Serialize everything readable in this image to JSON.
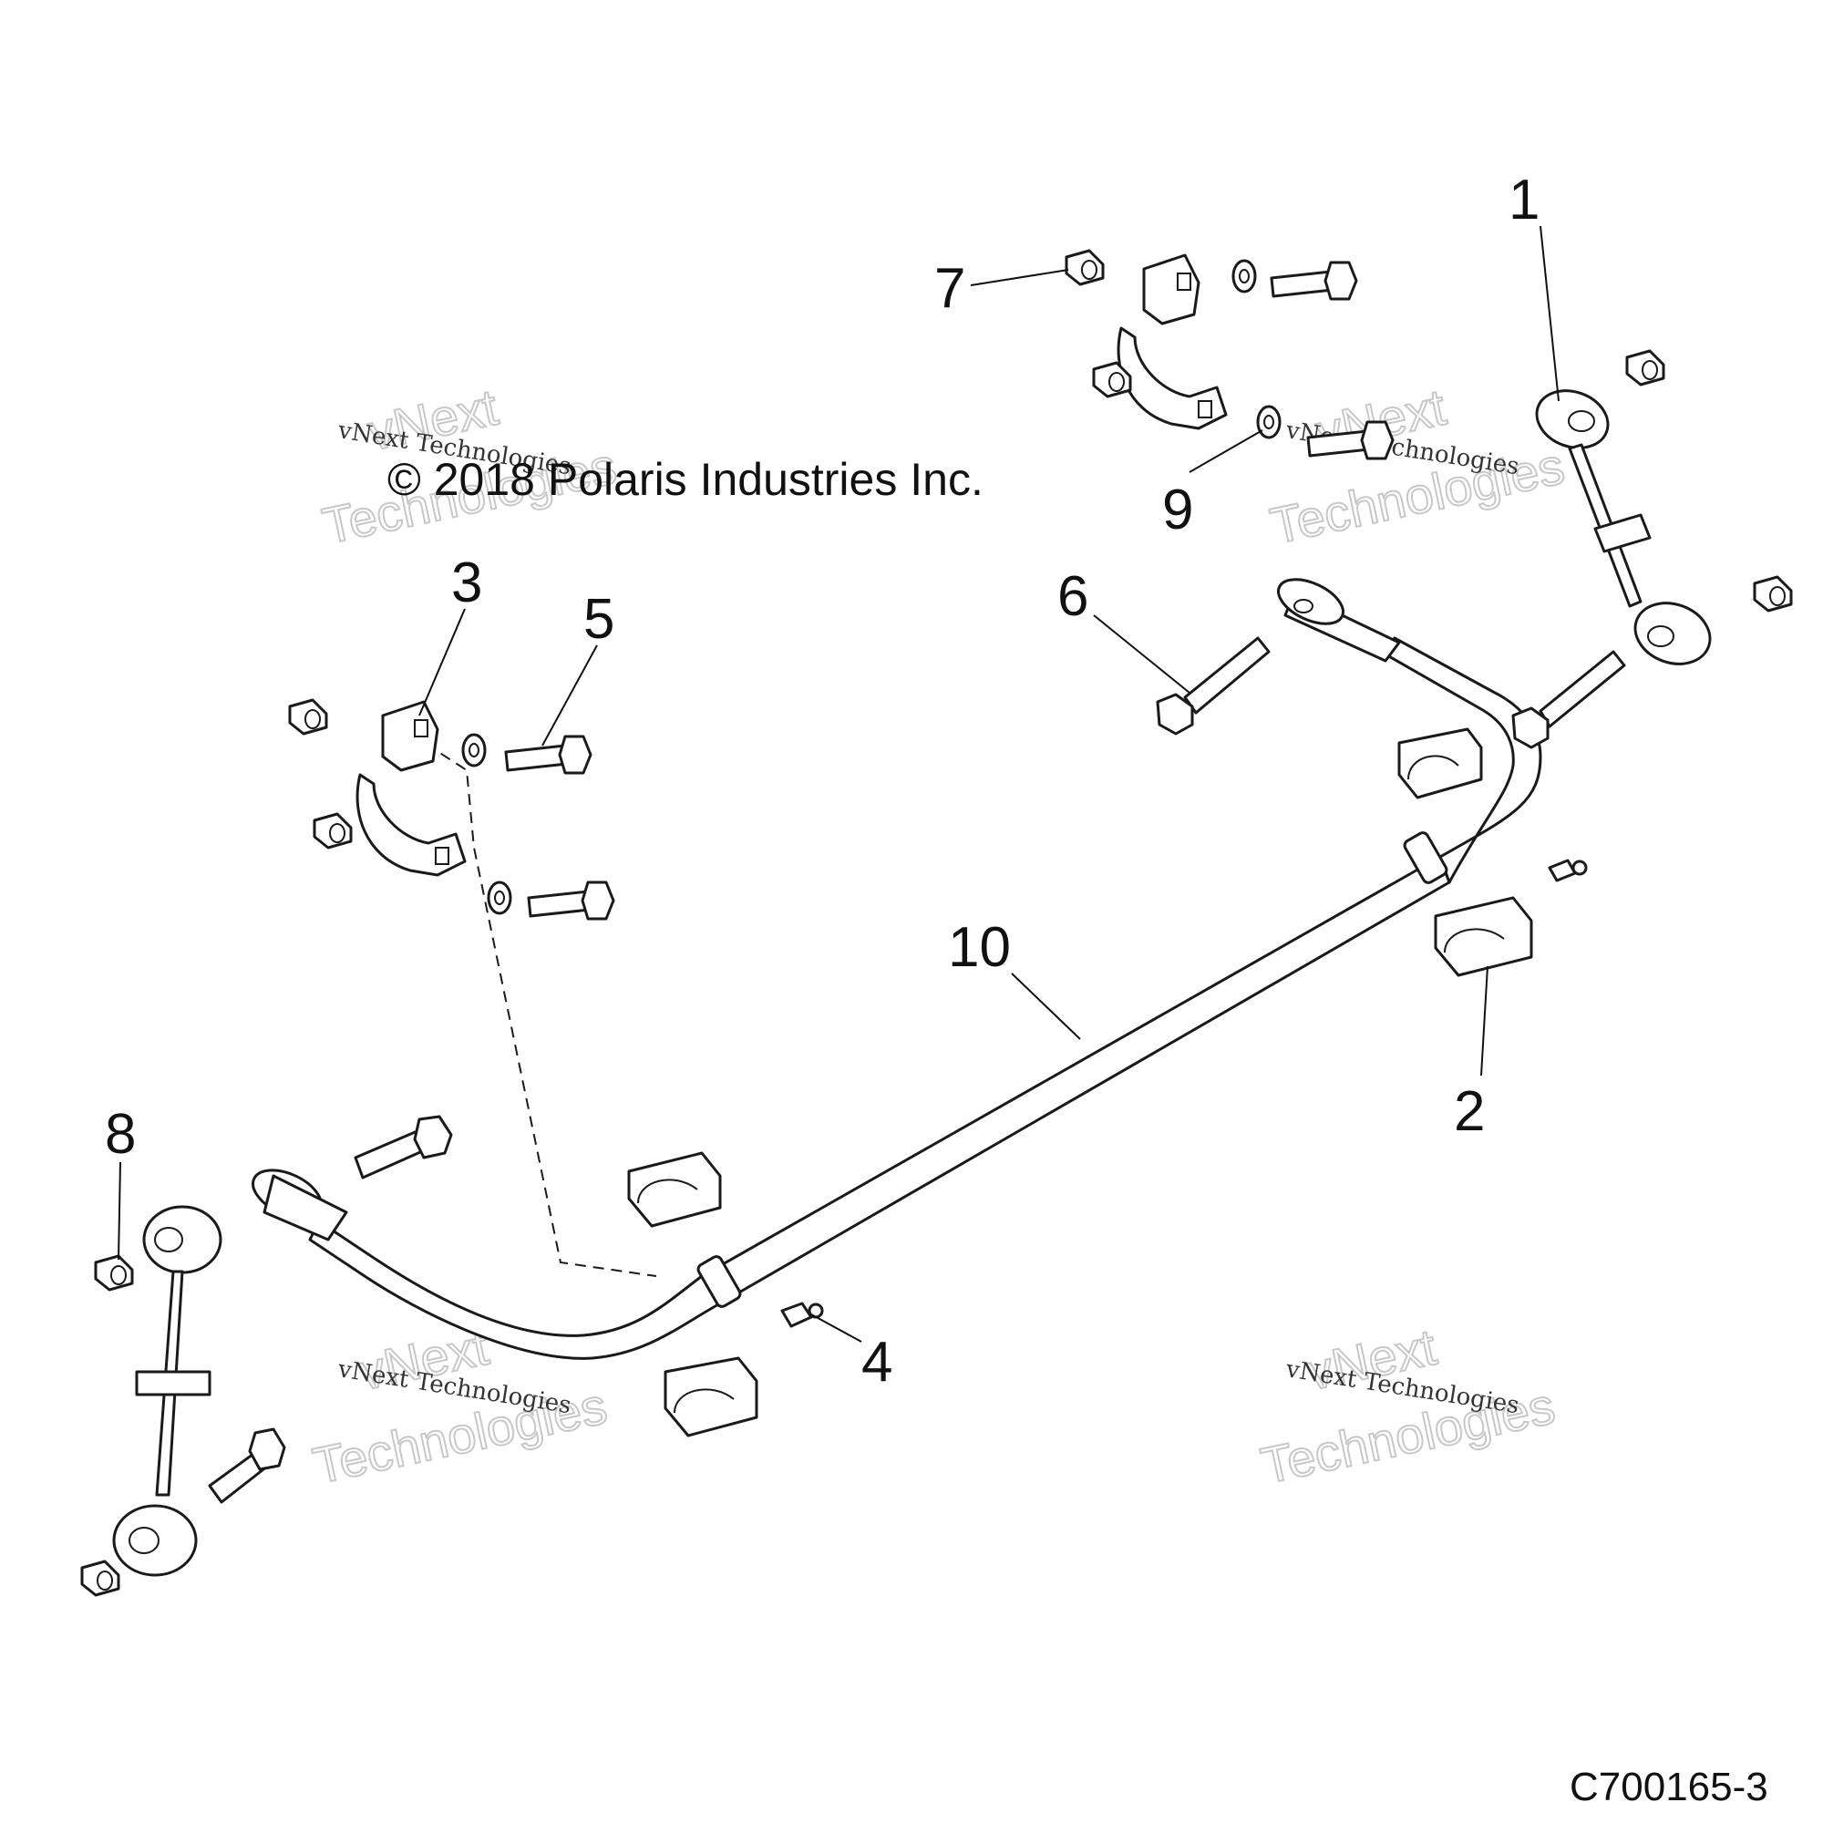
{
  "copyright": "© 2018 Polaris Industries Inc.",
  "drawing_number": "C700165-3",
  "watermark": {
    "line1": "vNext",
    "line2": "Technologies",
    "small": "vNext Technologies"
  },
  "callouts": [
    "1",
    "2",
    "3",
    "4",
    "5",
    "6",
    "7",
    "8",
    "9",
    "10"
  ]
}
